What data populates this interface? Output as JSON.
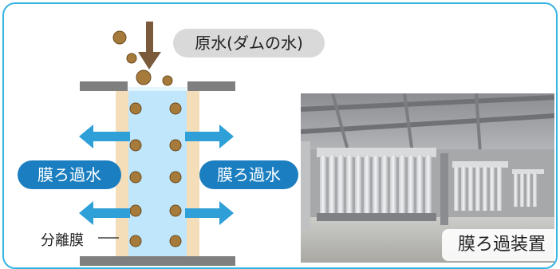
{
  "labels": {
    "raw_water": "原水(ダムの水)",
    "filtered_water_left": "膜ろ過水",
    "filtered_water_right": "膜ろ過水",
    "membrane": "分離膜",
    "apparatus": "膜ろ過装置"
  },
  "colors": {
    "frame_border": "#35b4e4",
    "water": "#bfe6fb",
    "membrane_tan": "#f4ddb9",
    "arrow_blue": "#2f9fd8",
    "pill_blue": "#1a7ec0",
    "inflow_arrow": "#7a5a3a",
    "particle": "#a57a3a"
  },
  "icons": {
    "inflow": "down-arrow-icon",
    "outflow": "right-left-arrow-icon",
    "particle": "dirt-particle-icon"
  }
}
